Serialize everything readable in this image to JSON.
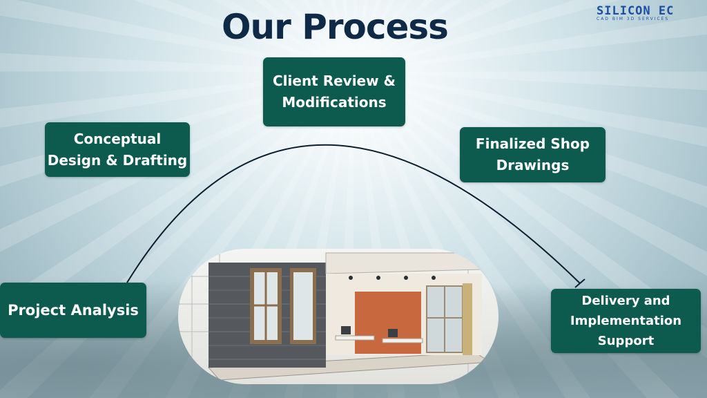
{
  "page": {
    "title": "Our Process"
  },
  "logo": {
    "name": "SILICON EC",
    "tagline": "CAD BIM 3D SERVICES"
  },
  "steps": [
    {
      "lines": [
        "Project Analysis"
      ]
    },
    {
      "lines": [
        "Conceptual",
        "Design & Drafting"
      ]
    },
    {
      "lines": [
        "Client Review &",
        "Modifications"
      ]
    },
    {
      "lines": [
        "Finalized Shop",
        "Drawings"
      ]
    },
    {
      "lines": [
        "Delivery and",
        "Implementation",
        "Support"
      ]
    }
  ],
  "colors": {
    "step_box": "#0d5b4f",
    "title": "#0e2a47",
    "logo": "#1b4fa3"
  },
  "icons": {
    "center_image": "building-cutaway-illustration",
    "arc": "process-arc-line"
  }
}
